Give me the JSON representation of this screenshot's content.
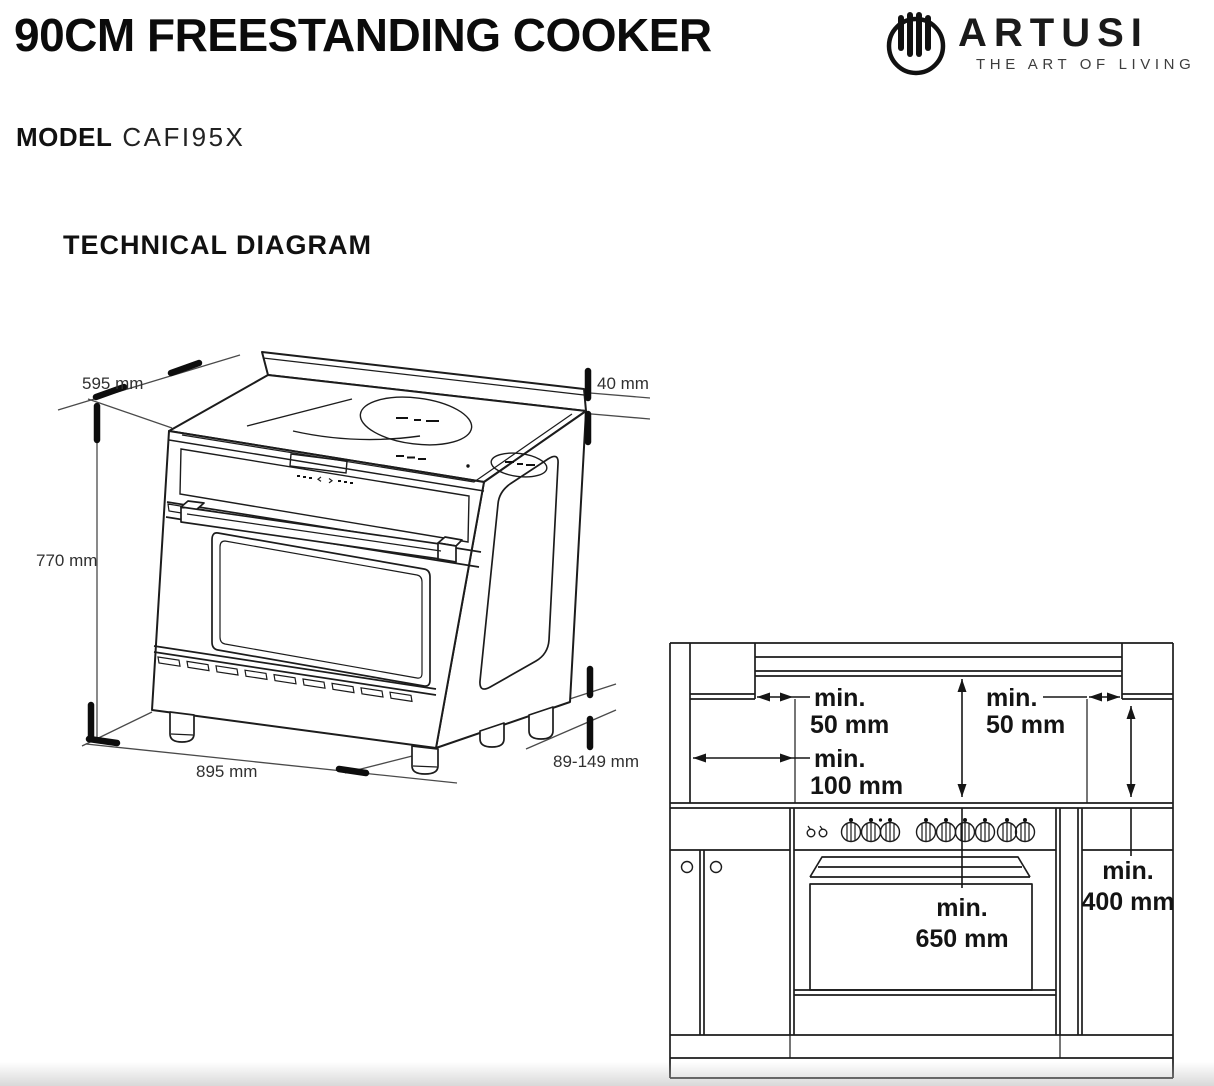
{
  "header": {
    "title": "90CM FREESTANDING COOKER",
    "brand": "ARTUSI",
    "tagline": "THE ART OF LIVING"
  },
  "model": {
    "label": "MODEL",
    "value": "CAFI95X"
  },
  "section_title": "TECHNICAL DIAGRAM",
  "cooker_drawing": {
    "dims": {
      "depth": "595 mm",
      "splashback": "40 mm",
      "height": "770 mm",
      "width": "895 mm",
      "feet": "89-149 mm"
    }
  },
  "installation_drawing": {
    "clearances": {
      "left_upper": {
        "line1": "min.",
        "line2": "50 mm"
      },
      "rear_wall": {
        "line1": "min.",
        "line2": "100 mm"
      },
      "right_upper": {
        "line1": "min.",
        "line2": "50 mm"
      },
      "rangehood": {
        "line1": "min.",
        "line2": "650 mm"
      },
      "side_cabinet": {
        "line1": "min.",
        "line2": "400 mm"
      }
    }
  }
}
